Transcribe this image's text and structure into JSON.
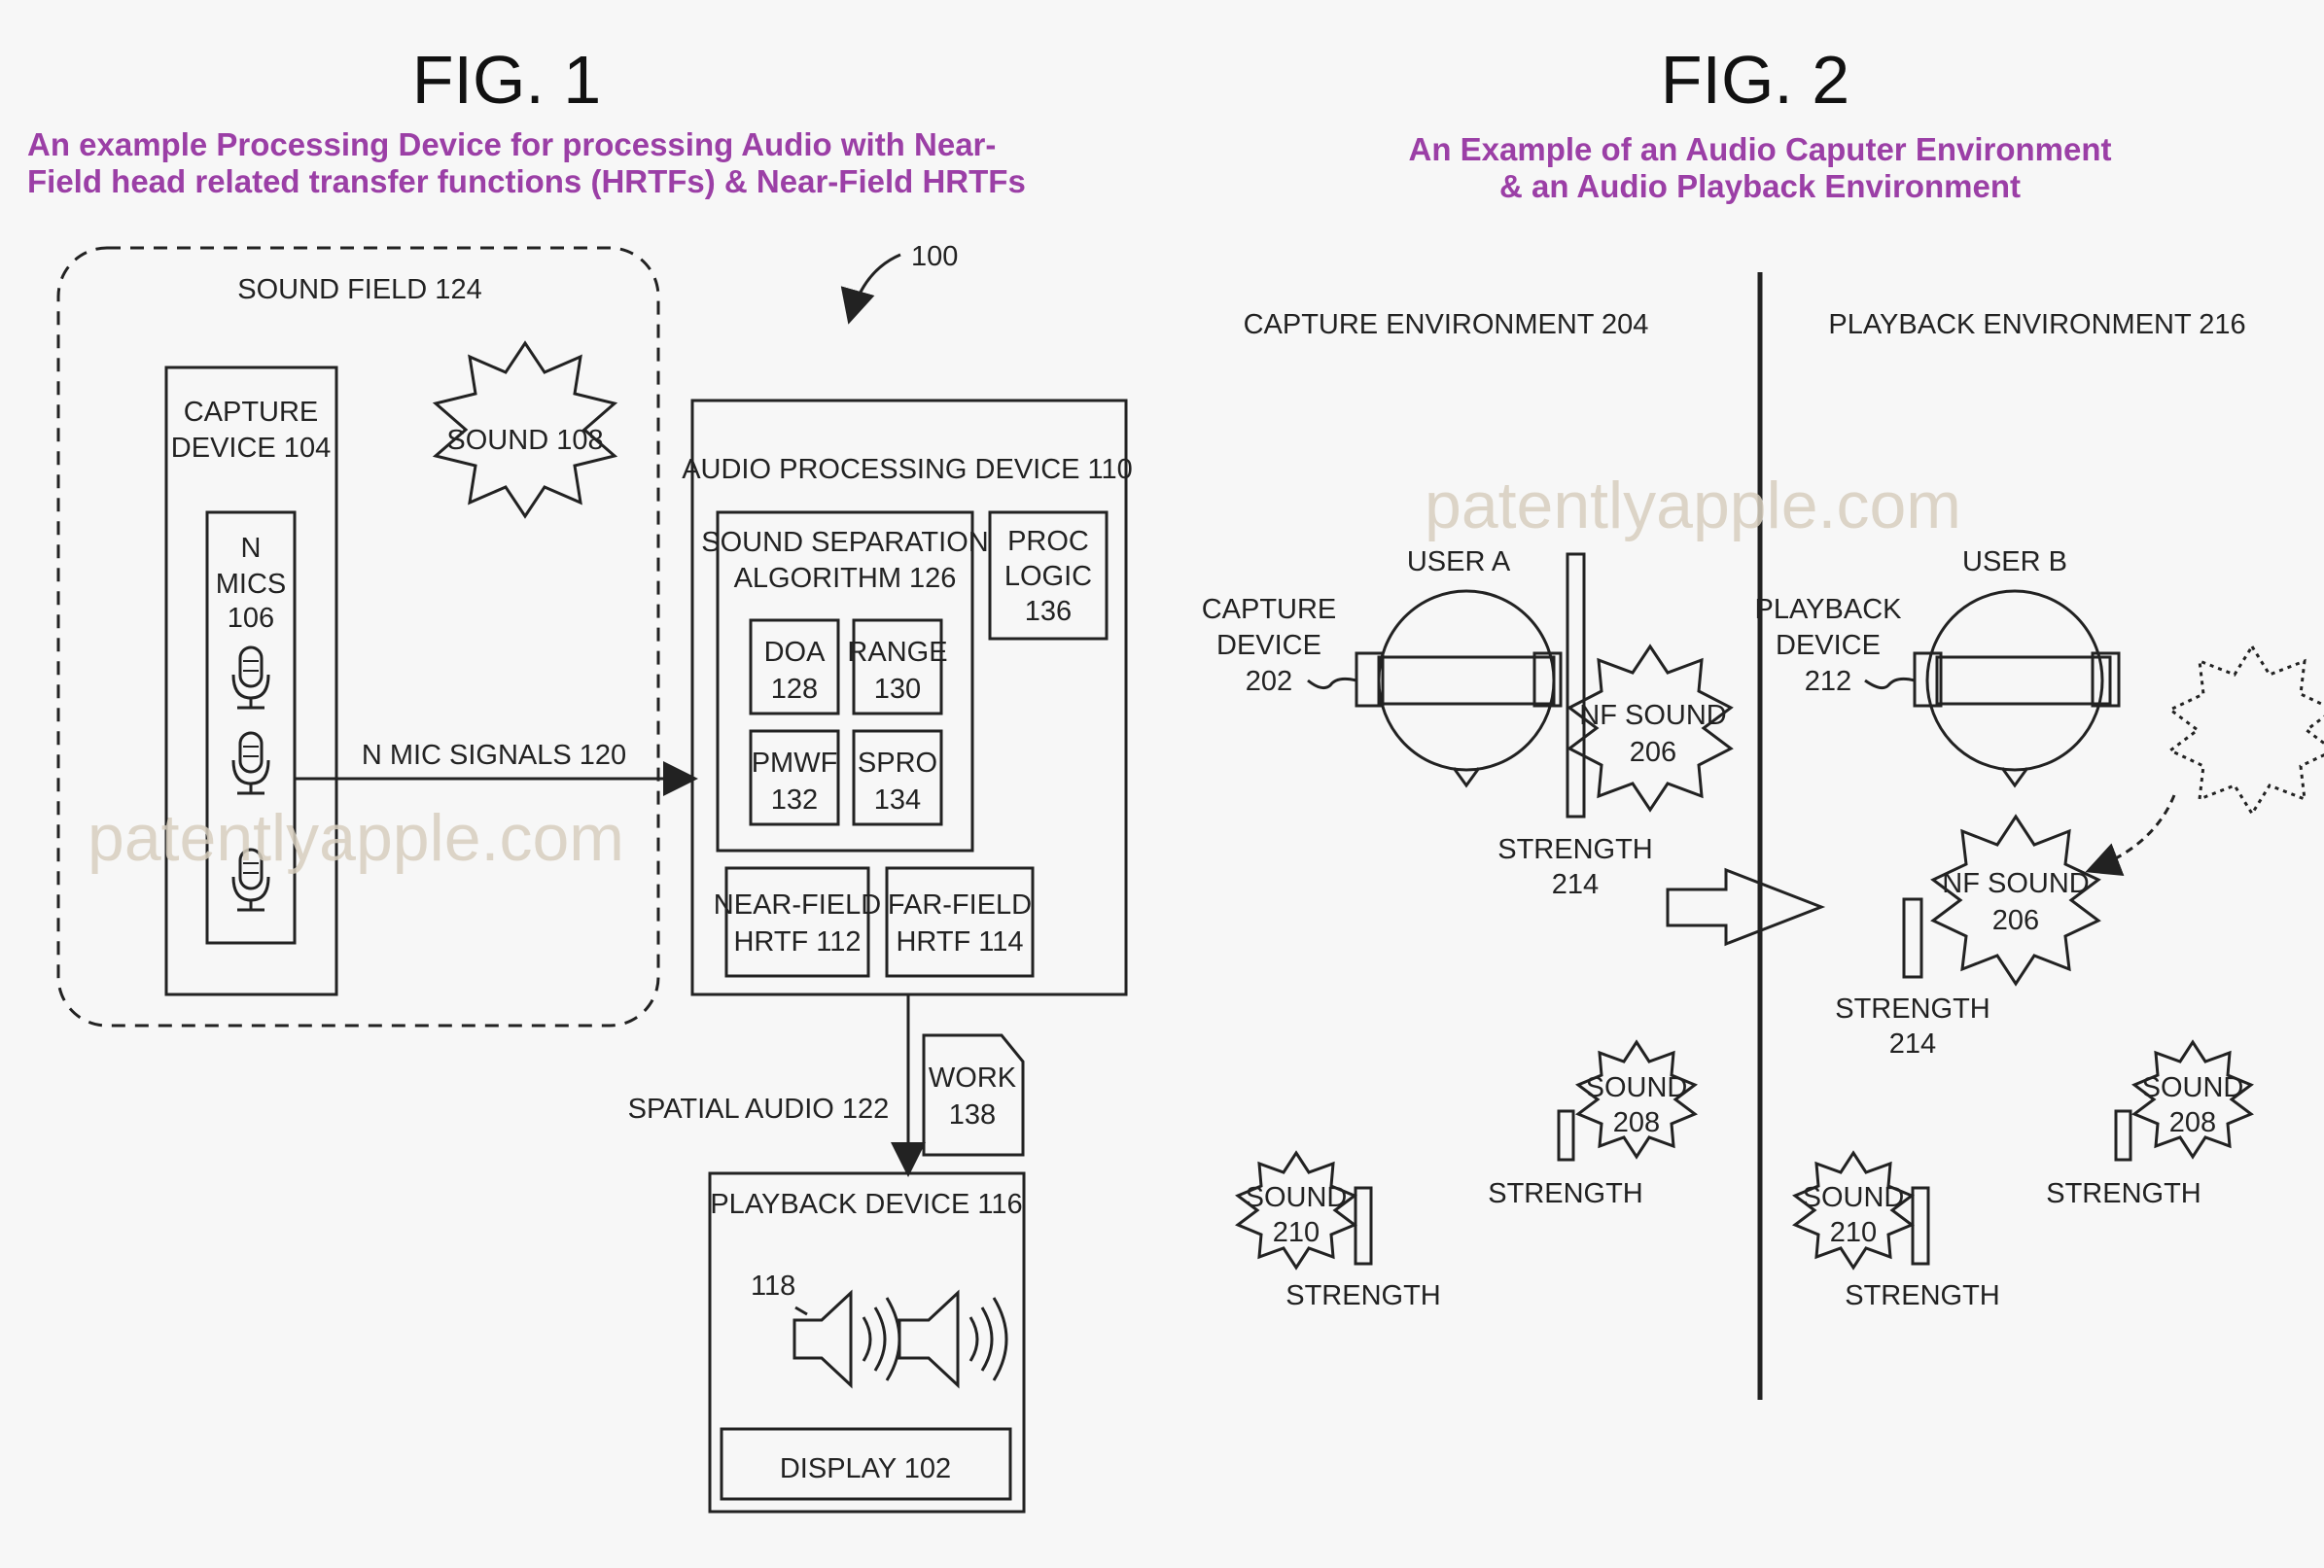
{
  "fig1": {
    "title": "FIG. 1",
    "caption_line1": "An example Processing Device for processing Audio with Near-",
    "caption_line2": "Field head related transfer functions (HRTFs) & Near-Field HRTFs",
    "ref_100": "100",
    "sound_field": "SOUND FIELD 124",
    "capture_device_line1": "CAPTURE",
    "capture_device_line2": "DEVICE 104",
    "mics_line1": "N",
    "mics_line2": "MICS",
    "mics_line3": "106",
    "sound_108": "SOUND 108",
    "audio_processing_device": "AUDIO PROCESSING DEVICE 110",
    "sound_sep_line1": "SOUND SEPARATION",
    "sound_sep_line2": "ALGORITHM 126",
    "proc_logic_line1": "PROC",
    "proc_logic_line2": "LOGIC",
    "proc_logic_line3": "136",
    "doa_line1": "DOA",
    "doa_line2": "128",
    "range_line1": "RANGE",
    "range_line2": "130",
    "pmwf_line1": "PMWF",
    "pmwf_line2": "132",
    "spro_line1": "SPRO",
    "spro_line2": "134",
    "near_field_line1": "NEAR-FIELD",
    "near_field_line2": "HRTF 112",
    "far_field_line1": "FAR-FIELD",
    "far_field_line2": "HRTF 114",
    "mic_signals": "N MIC SIGNALS 120",
    "spatial_audio": "SPATIAL AUDIO 122",
    "work_line1": "WORK",
    "work_line2": "138",
    "playback_device": "PLAYBACK DEVICE 116",
    "ref_118": "118",
    "display": "DISPLAY 102"
  },
  "fig2": {
    "title": "FIG. 2",
    "caption_line1": "An Example of an Audio Caputer Environment",
    "caption_line2": "& an Audio Playback Environment",
    "capture_env": "CAPTURE ENVIRONMENT 204",
    "playback_env": "PLAYBACK ENVIRONMENT 216",
    "user_a": "USER A",
    "user_b": "USER B",
    "capture_device_line1": "CAPTURE",
    "capture_device_line2": "DEVICE",
    "capture_device_line3": "202",
    "playback_device_line1": "PLAYBACK",
    "playback_device_line2": "DEVICE",
    "playback_device_line3": "212",
    "nf_sound_line1": "NF SOUND",
    "nf_sound_line2": "206",
    "strength": "STRENGTH",
    "strength_num": "214",
    "sound_208_line1": "SOUND",
    "sound_208_line2": "208",
    "sound_210_line1": "SOUND",
    "sound_210_line2": "210"
  },
  "watermark": "patentlyapple.com",
  "colors": {
    "caption": "#9b3fa6",
    "line": "#222222",
    "background": "#f7f7f7",
    "watermark": "#d8cfbf"
  }
}
